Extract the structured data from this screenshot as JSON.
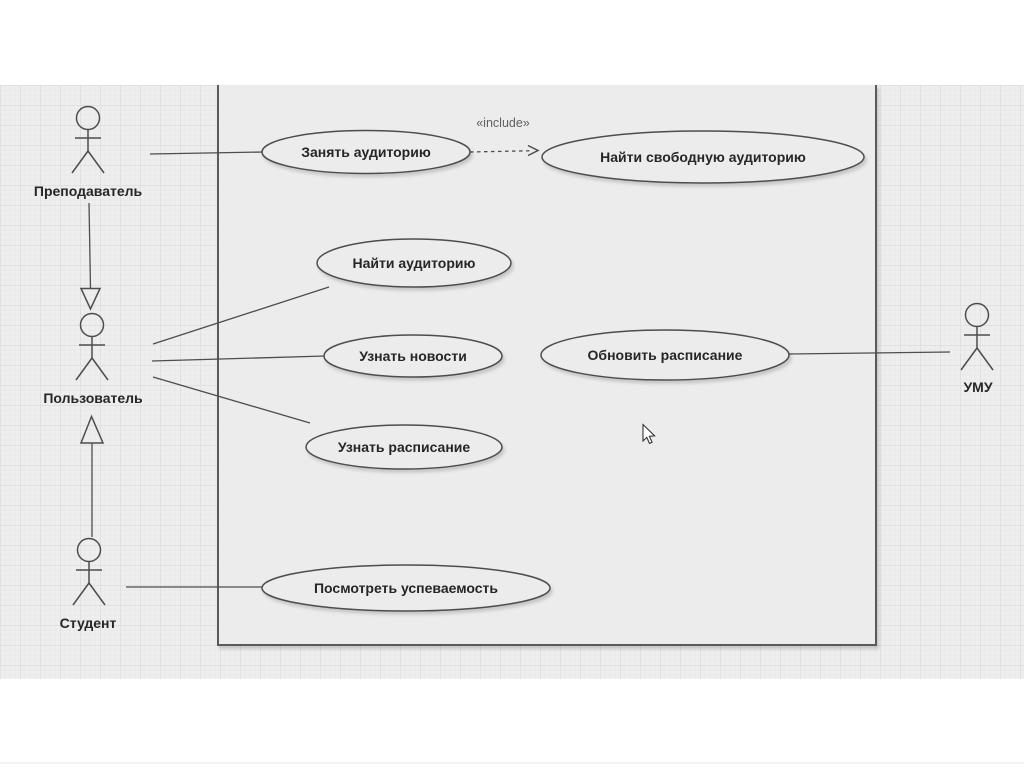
{
  "page": {
    "background_color": "#ffffff",
    "canvas_background_color": "#eeeeee",
    "grid_minor_line_color": "#e9e9e9",
    "grid_major_line_color": "#e0e0e0",
    "shape_fill_color": "#ececec",
    "shape_stroke_color": "#4d4d4d",
    "text_color": "#262626",
    "include_text_color": "#5f5f5f"
  },
  "diagram": {
    "type": "uml-use-case",
    "include_label": "«include»",
    "actors": [
      {
        "id": "teacher",
        "name": "Преподаватель"
      },
      {
        "id": "user",
        "name": "Пользователь"
      },
      {
        "id": "student",
        "name": "Студент"
      },
      {
        "id": "umu",
        "name": "УМУ"
      }
    ],
    "use_cases": [
      {
        "id": "occupy-room",
        "label": "Занять аудиторию"
      },
      {
        "id": "find-free-room",
        "label": "Найти свободную аудиторию"
      },
      {
        "id": "find-room",
        "label": "Найти аудиторию"
      },
      {
        "id": "read-news",
        "label": "Узнать новости"
      },
      {
        "id": "update-schedule",
        "label": "Обновить расписание"
      },
      {
        "id": "view-schedule",
        "label": "Узнать расписание"
      },
      {
        "id": "view-grades",
        "label": "Посмотреть успеваемость"
      }
    ],
    "relations": [
      {
        "from": "Преподаватель",
        "to": "Занять аудиторию",
        "type": "association"
      },
      {
        "from": "Занять аудиторию",
        "to": "Найти свободную аудиторию",
        "type": "include"
      },
      {
        "from": "Преподаватель",
        "to": "Пользователь",
        "type": "generalization"
      },
      {
        "from": "Студент",
        "to": "Пользователь",
        "type": "generalization"
      },
      {
        "from": "Пользователь",
        "to": "Найти аудиторию",
        "type": "association"
      },
      {
        "from": "Пользователь",
        "to": "Узнать новости",
        "type": "association"
      },
      {
        "from": "Пользователь",
        "to": "Узнать расписание",
        "type": "association"
      },
      {
        "from": "Студент",
        "to": "Посмотреть успеваемость",
        "type": "association"
      },
      {
        "from": "Обновить расписание",
        "to": "УМУ",
        "type": "association"
      }
    ]
  }
}
